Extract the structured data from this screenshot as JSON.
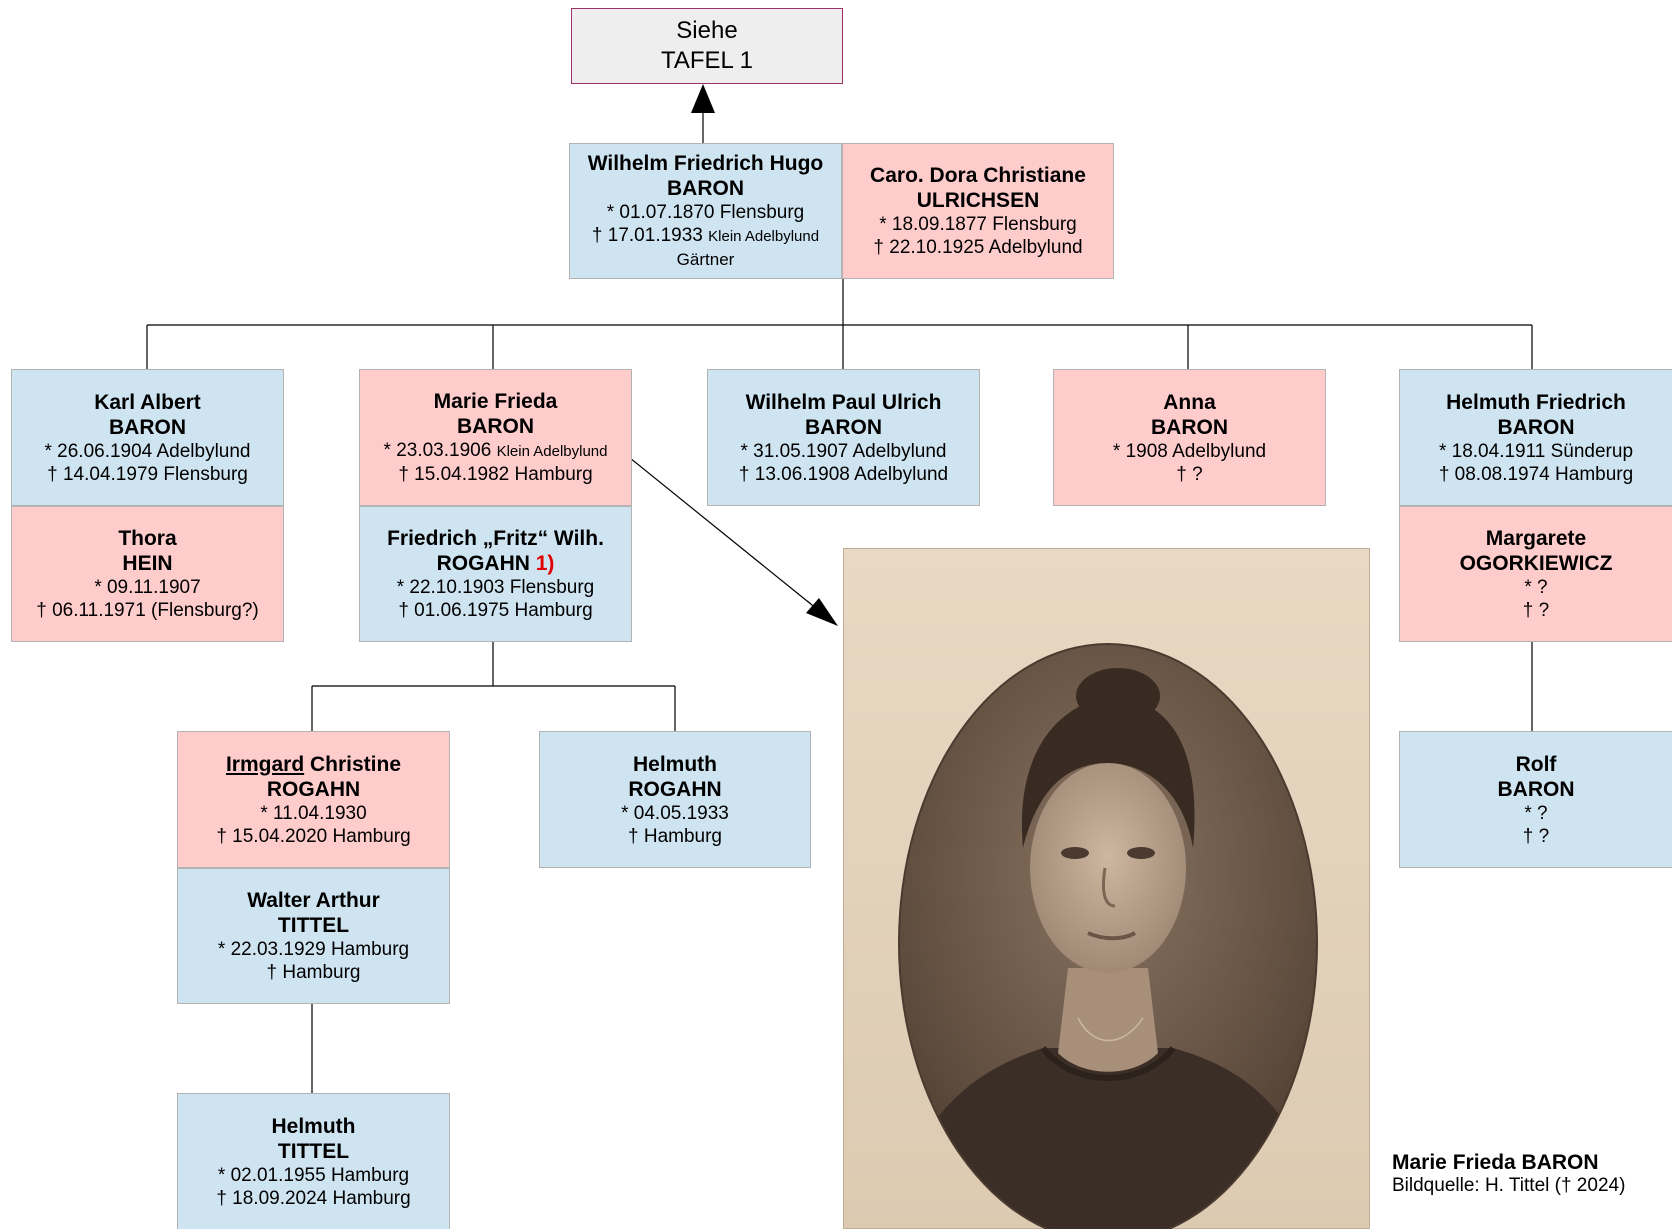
{
  "reference": {
    "line1": "Siehe",
    "line2": "TAFEL 1"
  },
  "parents": {
    "father": {
      "given": "Wilhelm Friedrich Hugo",
      "surname": "BARON",
      "birth": "* 01.07.1870 Flensburg",
      "death_date": "† 17.01.1933",
      "death_place": "Klein Adelbylund",
      "occupation": "Gärtner"
    },
    "mother": {
      "given": "Caro. Dora Christiane",
      "surname": "ULRICHSEN",
      "birth": "* 18.09.1877 Flensburg",
      "death": "† 22.10.1925 Adelbylund"
    }
  },
  "children": {
    "karl": {
      "given": "Karl Albert",
      "surname": "BARON",
      "birth": "* 26.06.1904 Adelbylund",
      "death": "† 14.04.1979 Flensburg"
    },
    "thora": {
      "given": "Thora",
      "surname": "HEIN",
      "birth": "* 09.11.1907",
      "death": "† 06.11.1971 (Flensburg?)"
    },
    "marie": {
      "given": "Marie Frieda",
      "surname": "BARON",
      "birth_date": "* 23.03.1906",
      "birth_place": "Klein Adelbylund",
      "death": "† 15.04.1982 Hamburg"
    },
    "fritz": {
      "given": "Friedrich „Fritz“ Wilh.",
      "surname": "ROGAHN",
      "note_ref": "1)",
      "birth": "* 22.10.1903 Flensburg",
      "death": "† 01.06.1975 Hamburg"
    },
    "wilhelm": {
      "given": "Wilhelm Paul Ulrich",
      "surname": "BARON",
      "birth": "* 31.05.1907 Adelbylund",
      "death": "† 13.06.1908 Adelbylund"
    },
    "anna": {
      "given": "Anna",
      "surname": "BARON",
      "birth": "* 1908 Adelbylund",
      "death": "† ?"
    },
    "helmuth_f": {
      "given": "Helmuth Friedrich",
      "surname": "BARON",
      "birth": "* 18.04.1911 Sünderup",
      "death": "† 08.08.1974 Hamburg"
    },
    "margarete": {
      "given": "Margarete",
      "surname": "OGORKIEWICZ",
      "birth": "* ?",
      "death": "† ?"
    }
  },
  "grandchildren": {
    "irmgard": {
      "given_underlined": "Irmgard",
      "given_rest": " Christine",
      "surname": "ROGAHN",
      "birth": "* 11.04.1930",
      "death": "† 15.04.2020 Hamburg"
    },
    "walter": {
      "given": "Walter Arthur",
      "surname": "TITTEL",
      "birth": "* 22.03.1929 Hamburg",
      "death": "† Hamburg"
    },
    "helmuth_r": {
      "given": "Helmuth",
      "surname": "ROGAHN",
      "birth": "* 04.05.1933",
      "death": "† Hamburg"
    },
    "rolf": {
      "given": "Rolf",
      "surname": "BARON",
      "birth": "* ?",
      "death": "† ?"
    }
  },
  "great_grandchildren": {
    "helmuth_t": {
      "given": "Helmuth",
      "surname": "TITTEL",
      "birth": "* 02.01.1955 Hamburg",
      "death": "† 18.09.2024 Hamburg"
    }
  },
  "photo_caption": {
    "title": "Marie Frieda BARON",
    "source": "Bildquelle: H. Tittel († 2024)"
  },
  "colors": {
    "male": "#cfe4f1",
    "female": "#ffcccc",
    "reference_border": "#993366",
    "reference_fill": "#eeeeee"
  }
}
